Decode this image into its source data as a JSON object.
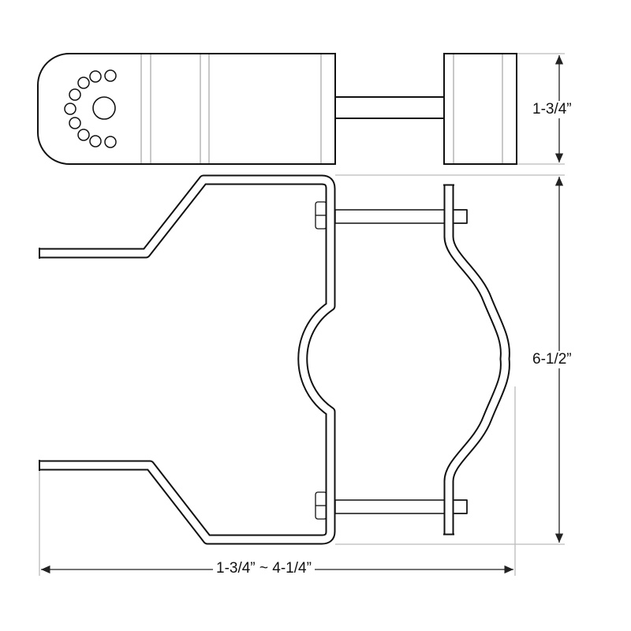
{
  "dimensions": {
    "thickness": "1-3/4”",
    "height": "6-1/2”",
    "pipe_range": "1-3/4” ~ 4-1/4”"
  },
  "colors": {
    "line": "#111111",
    "dimension_line": "#b5b5b5",
    "background": "#ffffff"
  }
}
